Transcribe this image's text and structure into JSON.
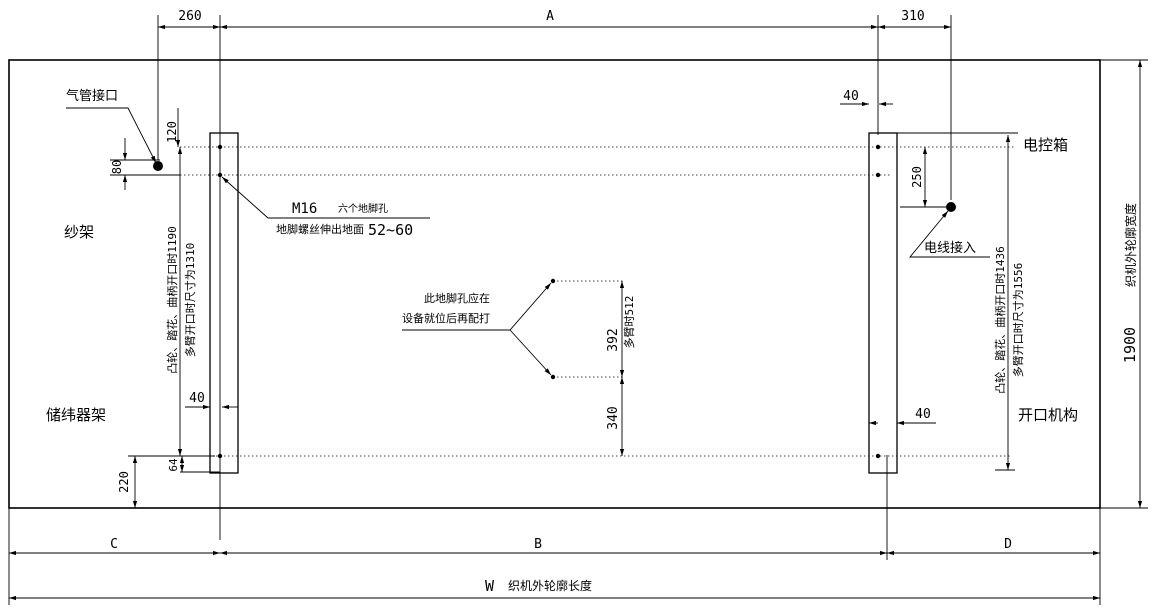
{
  "top_dims": {
    "d260": "260",
    "dA": "A",
    "d310": "310"
  },
  "labels": {
    "air_pipe": "气管接口",
    "creel": "纱架",
    "weft_rack": "储纬器架",
    "control_box": "电控箱",
    "wire_in": "电线接入",
    "shedding": "开口机构",
    "m16": "M16",
    "m16_note": "六个地脚孔",
    "bolt_note": "地脚螺丝伸出地面",
    "bolt_range": "52~60",
    "hole_note_1": "此地脚孔应在",
    "hole_note_2": "设备就位后再配打",
    "length_label": "W",
    "length_text": "织机外轮廓长度",
    "width_value": "1900",
    "width_text": "织机外轮廓宽度"
  },
  "dims": {
    "d120": "120",
    "d80": "80",
    "d40_top": "40",
    "d250": "250",
    "left_vert_note1": "凸轮、踏花、曲柄开口时1190",
    "left_vert_note2": "多臂开口时尺寸为1310",
    "right_vert_note1": "凸轮、踏花、曲柄开口时1436",
    "right_vert_note2": "多臂开口时尺寸为1556",
    "d392": "392",
    "d512": "多臂时512",
    "d340": "340",
    "d40_left": "40",
    "d40_right": "40",
    "d220": "220",
    "d64": "64",
    "dC": "C",
    "dB": "B",
    "dD": "D"
  }
}
